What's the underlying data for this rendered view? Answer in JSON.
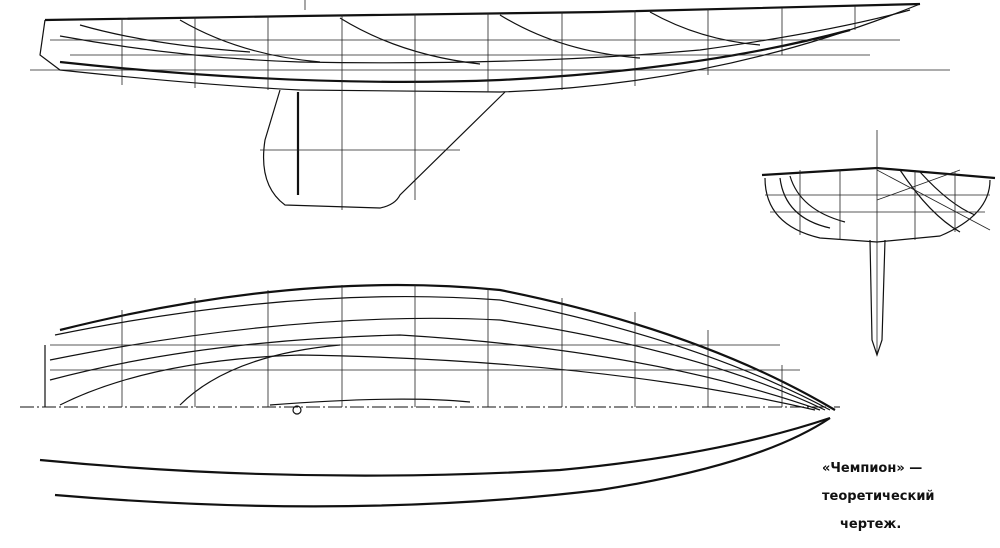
{
  "caption": {
    "line1": "«Чемпион» —",
    "line2": "теоретический",
    "line3": "чертеж."
  },
  "colors": {
    "ink": "#111111",
    "paper": "#ffffff"
  }
}
